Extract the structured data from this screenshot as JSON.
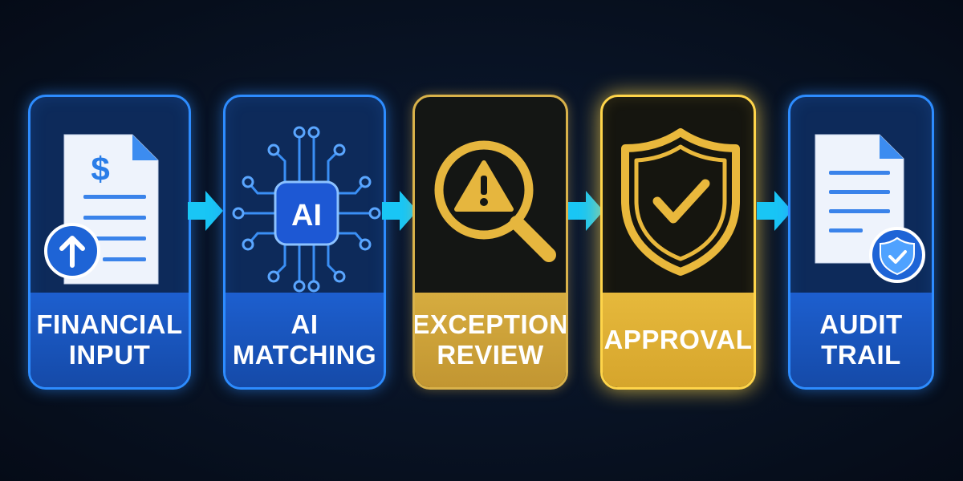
{
  "steps": [
    {
      "line1": "FINANCIAL",
      "line2": "INPUT",
      "icon": "document-upload-icon"
    },
    {
      "line1": "AI",
      "line2": "MATCHING",
      "icon": "ai-chip-icon",
      "chip_text": "AI"
    },
    {
      "line1": "EXCEPTION",
      "line2": "REVIEW",
      "icon": "magnifier-warning-icon"
    },
    {
      "line1": "APPROVAL",
      "line2": "",
      "icon": "shield-check-icon"
    },
    {
      "line1": "AUDIT",
      "line2": "TRAIL",
      "icon": "document-shield-icon"
    }
  ],
  "colors": {
    "blue_accent": "#2d8cff",
    "gold_accent": "#ffd54a",
    "arrow": "#19c6f5",
    "background": "#07101f"
  }
}
